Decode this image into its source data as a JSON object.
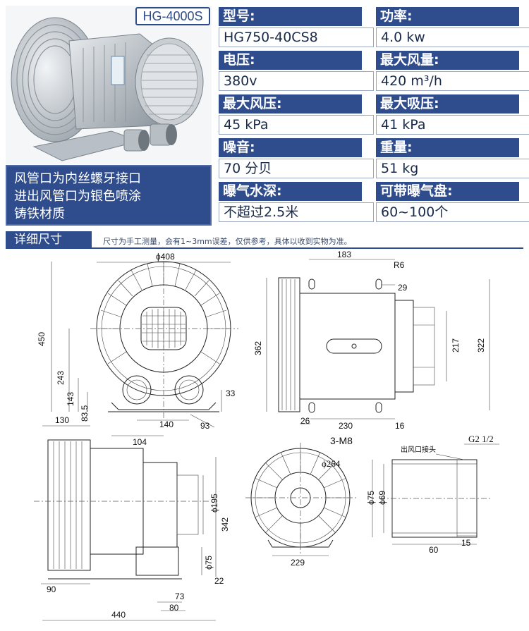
{
  "model_badge": "HG-4000S",
  "features": [
    "风管口为内丝螺牙接口",
    "进出风管口为银色喷涂",
    "铸铁材质"
  ],
  "specs": [
    {
      "label": "型号:",
      "value": "HG750-40CS8"
    },
    {
      "label": "功率:",
      "value": "4.0 kw"
    },
    {
      "label": "电压:",
      "value": "380v"
    },
    {
      "label": "最大风量:",
      "value": "420 m³/h"
    },
    {
      "label": "最大风压:",
      "value": "45 kPa"
    },
    {
      "label": "最大吸压:",
      "value": "41 kPa"
    },
    {
      "label": "噪音:",
      "value": "70 分贝"
    },
    {
      "label": "重量:",
      "value": "51 kg"
    },
    {
      "label": "曝气水深:",
      "value": "不超过2.5米"
    },
    {
      "label": "可带曝气盘:",
      "value": "60~100个"
    }
  ],
  "dimensions": {
    "title": "详细尺寸",
    "note": "尺寸为手工测量，会有1~3mm误差，仅供参考，具体以收到实物为准。",
    "front": {
      "width": "ϕ408",
      "height": "450",
      "d243": "243",
      "d143": "143",
      "d83": "83.5",
      "d33": "33",
      "d140": "140",
      "d93": "93",
      "d104": "104"
    },
    "side": {
      "d183": "183",
      "r6": "R6",
      "d29": "29",
      "d362": "362",
      "d217": "217",
      "d322": "322",
      "d26": "26",
      "d230": "230",
      "d16": "16",
      "bolt": "3-M8"
    },
    "bottom_left": {
      "d130": "130",
      "d195": "ϕ195",
      "d342": "342",
      "d75": "ϕ75",
      "d22": "22",
      "d90": "90",
      "d73": "73",
      "d80": "80",
      "d440": "440"
    },
    "flange": {
      "d264": "ϕ264",
      "d229": "229"
    },
    "pipe": {
      "label": "出风口接头",
      "thread": "G2 1/2",
      "d75": "ϕ75",
      "d69": "ϕ69",
      "d60": "60",
      "d15": "15"
    }
  }
}
